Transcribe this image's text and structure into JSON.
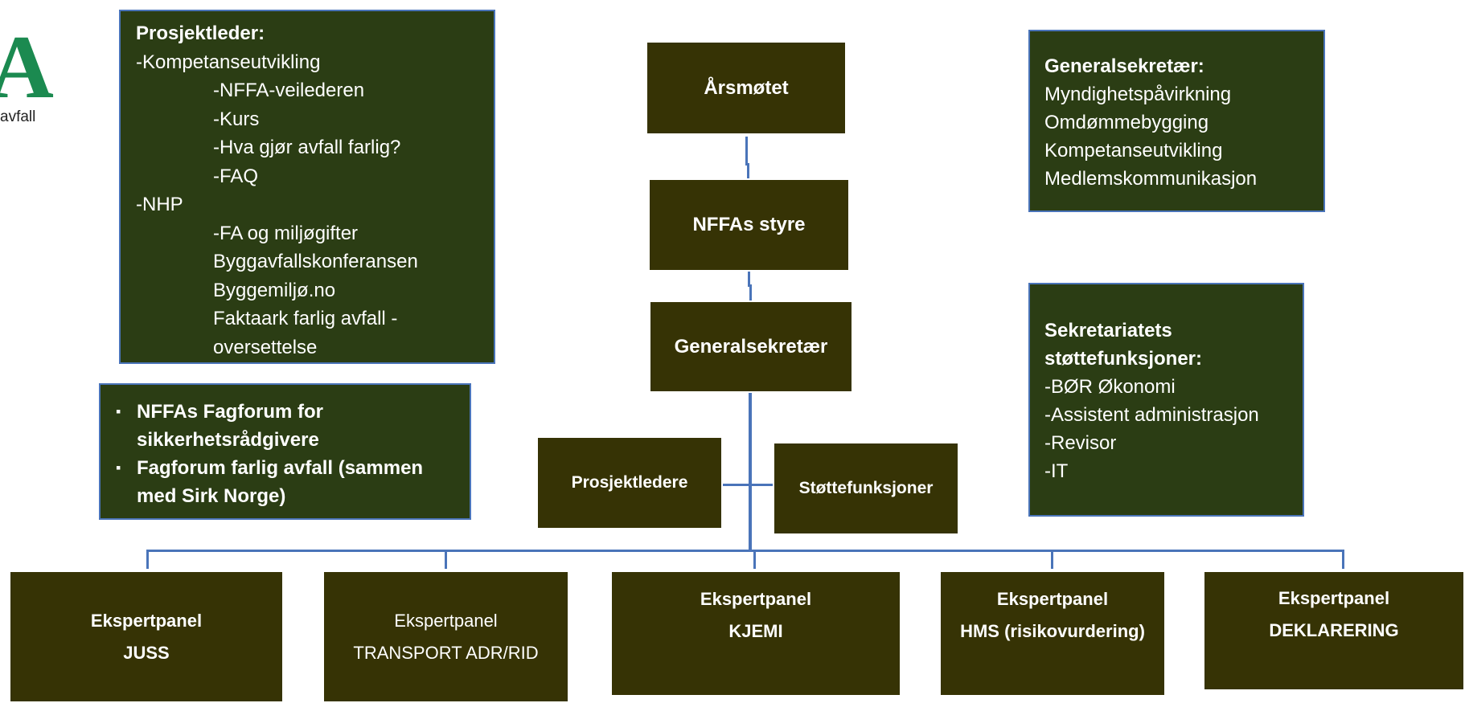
{
  "logo": {
    "mark": "A",
    "text": "avfall"
  },
  "top_left": {
    "title": "Prosjektleder:",
    "lines": [
      {
        "text": "-Kompetanseutvikling",
        "indent": false
      },
      {
        "text": "-NFFA-veilederen",
        "indent": true
      },
      {
        "text": "-Kurs",
        "indent": true
      },
      {
        "text": "-Hva gjør avfall farlig?",
        "indent": true
      },
      {
        "text": "-FAQ",
        "indent": true
      },
      {
        "text": "-NHP",
        "indent": false
      },
      {
        "text": "-FA og miljøgifter",
        "indent": true
      },
      {
        "text": "Byggavfallskonferansen",
        "indent": true
      },
      {
        "text": "Byggemiljø.no",
        "indent": true
      },
      {
        "text": "Faktaark farlig avfall -",
        "indent": true
      },
      {
        "text": "oversettelse",
        "indent": true
      }
    ]
  },
  "fagforum": {
    "items": [
      "NFFAs Fagforum for sikkerhetsrådgivere",
      "Fagforum farlig avfall (sammen med Sirk Norge)"
    ]
  },
  "org": {
    "aarsmote": "Årsmøtet",
    "styre": "NFFAs styre",
    "generalsekretaer": "Generalsekretær",
    "prosjektledere": "Prosjektledere",
    "stottefunksjoner": "Støttefunksjoner"
  },
  "gs_duties": {
    "title": "Generalsekretær:",
    "lines": [
      "Myndighetspåvirkning",
      "Omdømmebygging",
      "Kompetanseutvikling",
      "Medlemskommunikasjon"
    ]
  },
  "sekretariat": {
    "title": "Sekretariatets støttefunksjoner:",
    "lines": [
      "-BØR Økonomi",
      "-Assistent administrasjon",
      "-Revisor",
      "-IT"
    ]
  },
  "panels": [
    {
      "line1": "Ekspertpanel",
      "line2": "JUSS",
      "bold": true
    },
    {
      "line1": "Ekspertpanel",
      "line2": "TRANSPORT ADR/RID",
      "bold": false
    },
    {
      "line1": "Ekspertpanel",
      "line2": "KJEMI",
      "bold": true
    },
    {
      "line1": "Ekspertpanel",
      "line2": "HMS (risikovurdering)",
      "bold": true
    },
    {
      "line1": "Ekspertpanel",
      "line2": "DEKLARERING",
      "bold": true
    }
  ],
  "colors": {
    "olive": "#363305",
    "dark_green": "#2b3d14",
    "connector": "#4a74b9",
    "logo_green": "#1b8a50"
  }
}
